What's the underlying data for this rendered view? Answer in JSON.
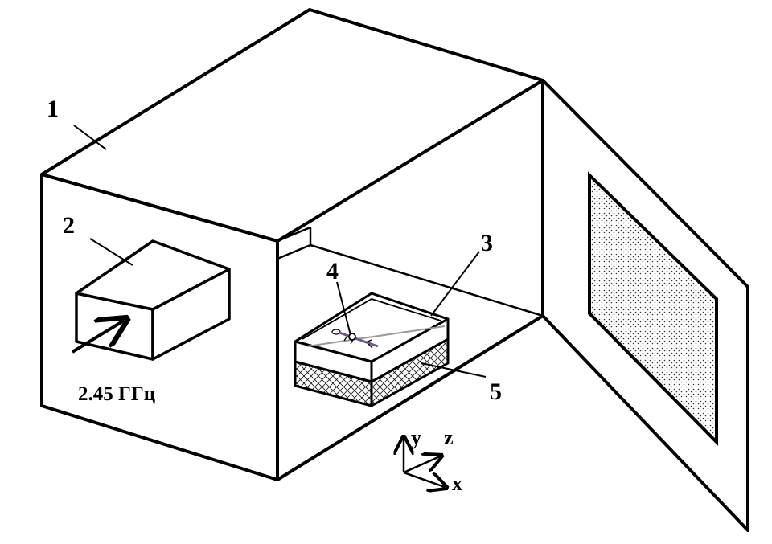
{
  "labels": {
    "l1": "1",
    "l2": "2",
    "l3": "3",
    "l4": "4",
    "l5": "5"
  },
  "frequency": "2.45 ГГц",
  "axes": {
    "y": "y",
    "z": "z",
    "x": "x"
  },
  "colors": {
    "line": "#000000",
    "background": "#ffffff",
    "grid": "#555555"
  }
}
